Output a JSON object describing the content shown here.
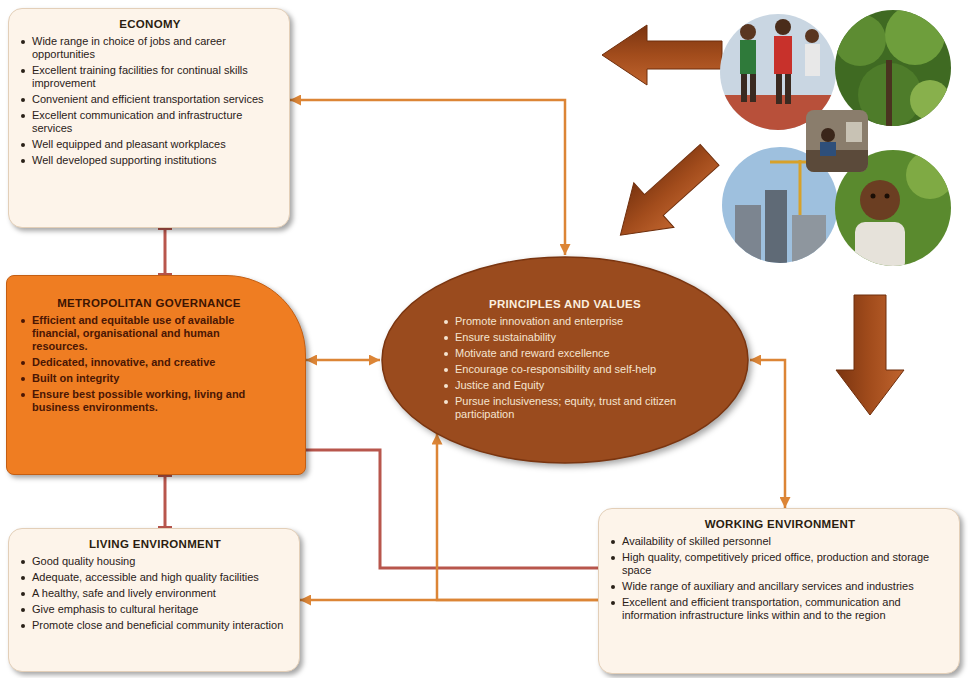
{
  "diagram": {
    "nodes": [
      {
        "text": [
          "ECONOMY",
          "Wide range in choice of jobs and career opportunities",
          "Excellent training facilities for continual skills improvement",
          "Convenient and efficient transportation services",
          "Excellent communication and infrastructure services",
          "Well equipped and pleasant workplaces",
          "Well developed supporting institutions"
        ]
      },
      {
        "text": [
          "METROPOLITAN GOVERNANCE",
          "Efficient and equitable use of available financial, organisational and human resources.",
          "Dedicated, innovative, and creative",
          "Built on integrity",
          "Ensure best possible working, living and business environments."
        ]
      },
      {
        "text": [
          "PRINCIPLES AND VALUES",
          "Promote innovation and enterprise",
          "Ensure sustainability",
          "Motivate and reward excellence",
          "Encourage co-responsibility and self-help",
          "Justice and Equity",
          "Pursue inclusiveness; equity, trust and citizen participation"
        ]
      },
      {
        "text": [
          "LIVING ENVIRONMENT",
          "Good quality housing",
          "Adequate, accessible and high quality facilities",
          "A healthy, safe and lively environment",
          "Give emphasis to cultural heritage",
          "Promote close and beneficial community interaction"
        ]
      },
      {
        "text": [
          "WORKING ENVIRONMENT",
          "Availability of skilled personnel",
          "High quality, competitively priced office, production and storage space",
          "Wide range of auxiliary and ancillary services and industries",
          "Excellent and efficient transportation, communication and information infrastructure links within and to the region"
        ]
      }
    ],
    "edges": [
      {
        "from": 0,
        "to": 1,
        "arrow": "none"
      },
      {
        "from": 1,
        "to": 3,
        "arrow": "none"
      },
      {
        "from": 0,
        "to": 2,
        "arrow": "both"
      },
      {
        "from": 1,
        "to": 2,
        "arrow": "both"
      },
      {
        "from": 2,
        "to": 4,
        "arrow": "both"
      },
      {
        "from": 1,
        "to": 4,
        "arrow": "none"
      },
      {
        "from": 4,
        "to": 3,
        "arrow": "to"
      },
      {
        "from": 4,
        "to": 2,
        "arrow": "to"
      }
    ]
  }
}
